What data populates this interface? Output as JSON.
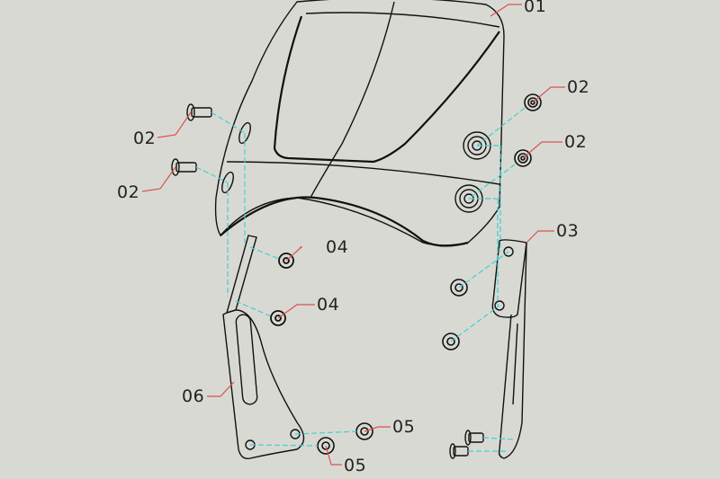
{
  "diagram": {
    "type": "exploded-assembly-view",
    "background": "#d9d9d3",
    "colors": {
      "outline": "#111111",
      "leader": "#d9534f",
      "assembly_line": "#3fd1d1"
    },
    "callouts": [
      {
        "id": "c01",
        "label": "01",
        "part": "windscreen"
      },
      {
        "id": "c02a",
        "label": "02",
        "part": "bolt-left-upper"
      },
      {
        "id": "c02b",
        "label": "02",
        "part": "bolt-left-lower"
      },
      {
        "id": "c02c",
        "label": "02",
        "part": "bolt-right-upper"
      },
      {
        "id": "c02d",
        "label": "02",
        "part": "bolt-right-lower"
      },
      {
        "id": "c03",
        "label": "03",
        "part": "right-bracket"
      },
      {
        "id": "c04a",
        "label": "04",
        "part": "nut-upper"
      },
      {
        "id": "c04b",
        "label": "04",
        "part": "nut-lower"
      },
      {
        "id": "c05a",
        "label": "05",
        "part": "mount-bolt-right"
      },
      {
        "id": "c05b",
        "label": "05",
        "part": "mount-bolt-lower"
      },
      {
        "id": "c06",
        "label": "06",
        "part": "left-bracket"
      }
    ]
  }
}
